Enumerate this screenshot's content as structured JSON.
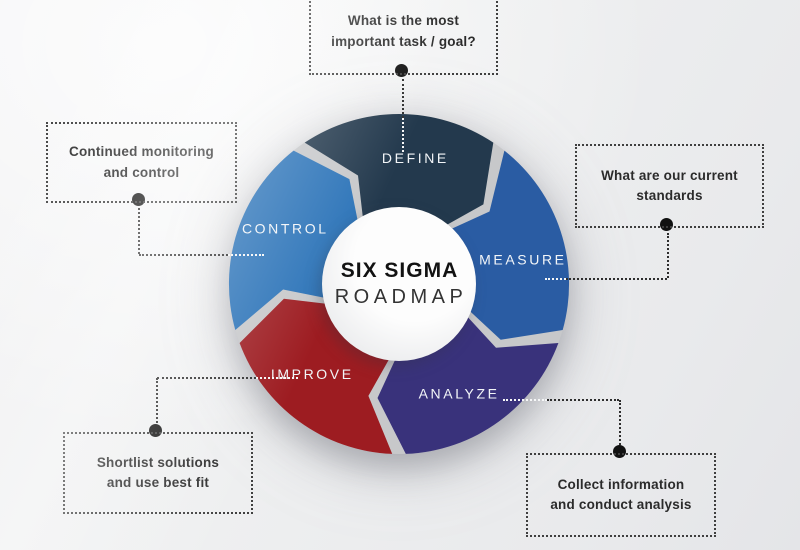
{
  "center": {
    "title": "SIX SIGMA",
    "subtitle": "ROADMAP"
  },
  "wheel": {
    "ring_color": "#c7c8ca",
    "segments": [
      {
        "id": "define",
        "label": "DEFINE",
        "color": "#23394d"
      },
      {
        "id": "measure",
        "label": "MEASURE",
        "color": "#2a5ca3"
      },
      {
        "id": "analyze",
        "label": "ANALYZE",
        "color": "#39327b"
      },
      {
        "id": "improve",
        "label": "IMPROVE",
        "color": "#9d1c21"
      },
      {
        "id": "control",
        "label": "CONTROL",
        "color": "#2b73b8"
      }
    ]
  },
  "callouts": [
    {
      "id": "define",
      "text": "What is the most\nimportant task / goal?"
    },
    {
      "id": "control",
      "text": "Continued monitoring\nand control"
    },
    {
      "id": "measure",
      "text": "What are our current\nstandards"
    },
    {
      "id": "improve",
      "text": "Shortlist solutions\nand use best fit"
    },
    {
      "id": "analyze",
      "text": "Collect information\nand conduct analysis"
    }
  ],
  "colors": {
    "background": "#eef0f1",
    "connector": "#2e2e2e",
    "connector_on_wheel": "#f6f7f8",
    "dot": "#111111",
    "callout_border": "#3f3f3f",
    "callout_text": "#2b2b2b"
  }
}
